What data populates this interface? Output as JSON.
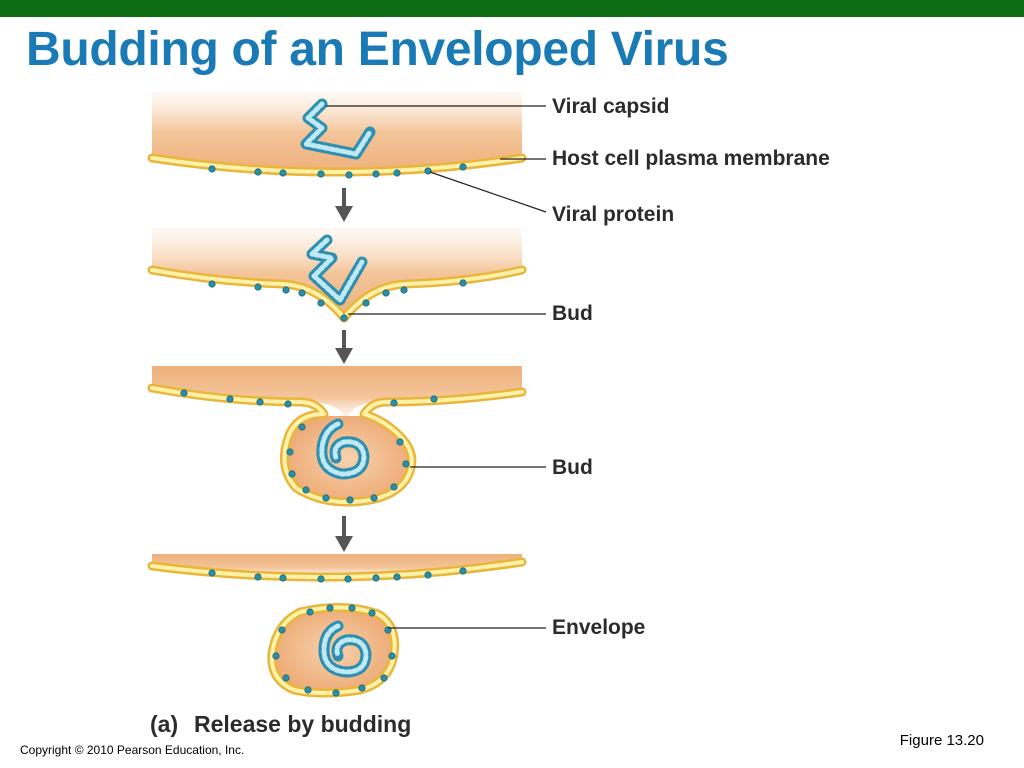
{
  "title": "Budding of an Enveloped Virus",
  "labels": {
    "viral_capsid": "Viral capsid",
    "host_membrane": "Host cell plasma membrane",
    "viral_protein": "Viral protein",
    "bud_1": "Bud",
    "bud_2": "Bud",
    "envelope": "Envelope"
  },
  "caption": {
    "letter": "(a)",
    "text": "Release by budding"
  },
  "figure_number": "Figure 13.20",
  "copyright": "Copyright © 2010 Pearson Education, Inc.",
  "colors": {
    "header_bar": "#0c6b13",
    "title": "#1a7ab6",
    "cytoplasm": "#f2b98a",
    "membrane": "#e9b63c",
    "capsid": "#2f8fb0",
    "protein": "#2a8fa6"
  }
}
